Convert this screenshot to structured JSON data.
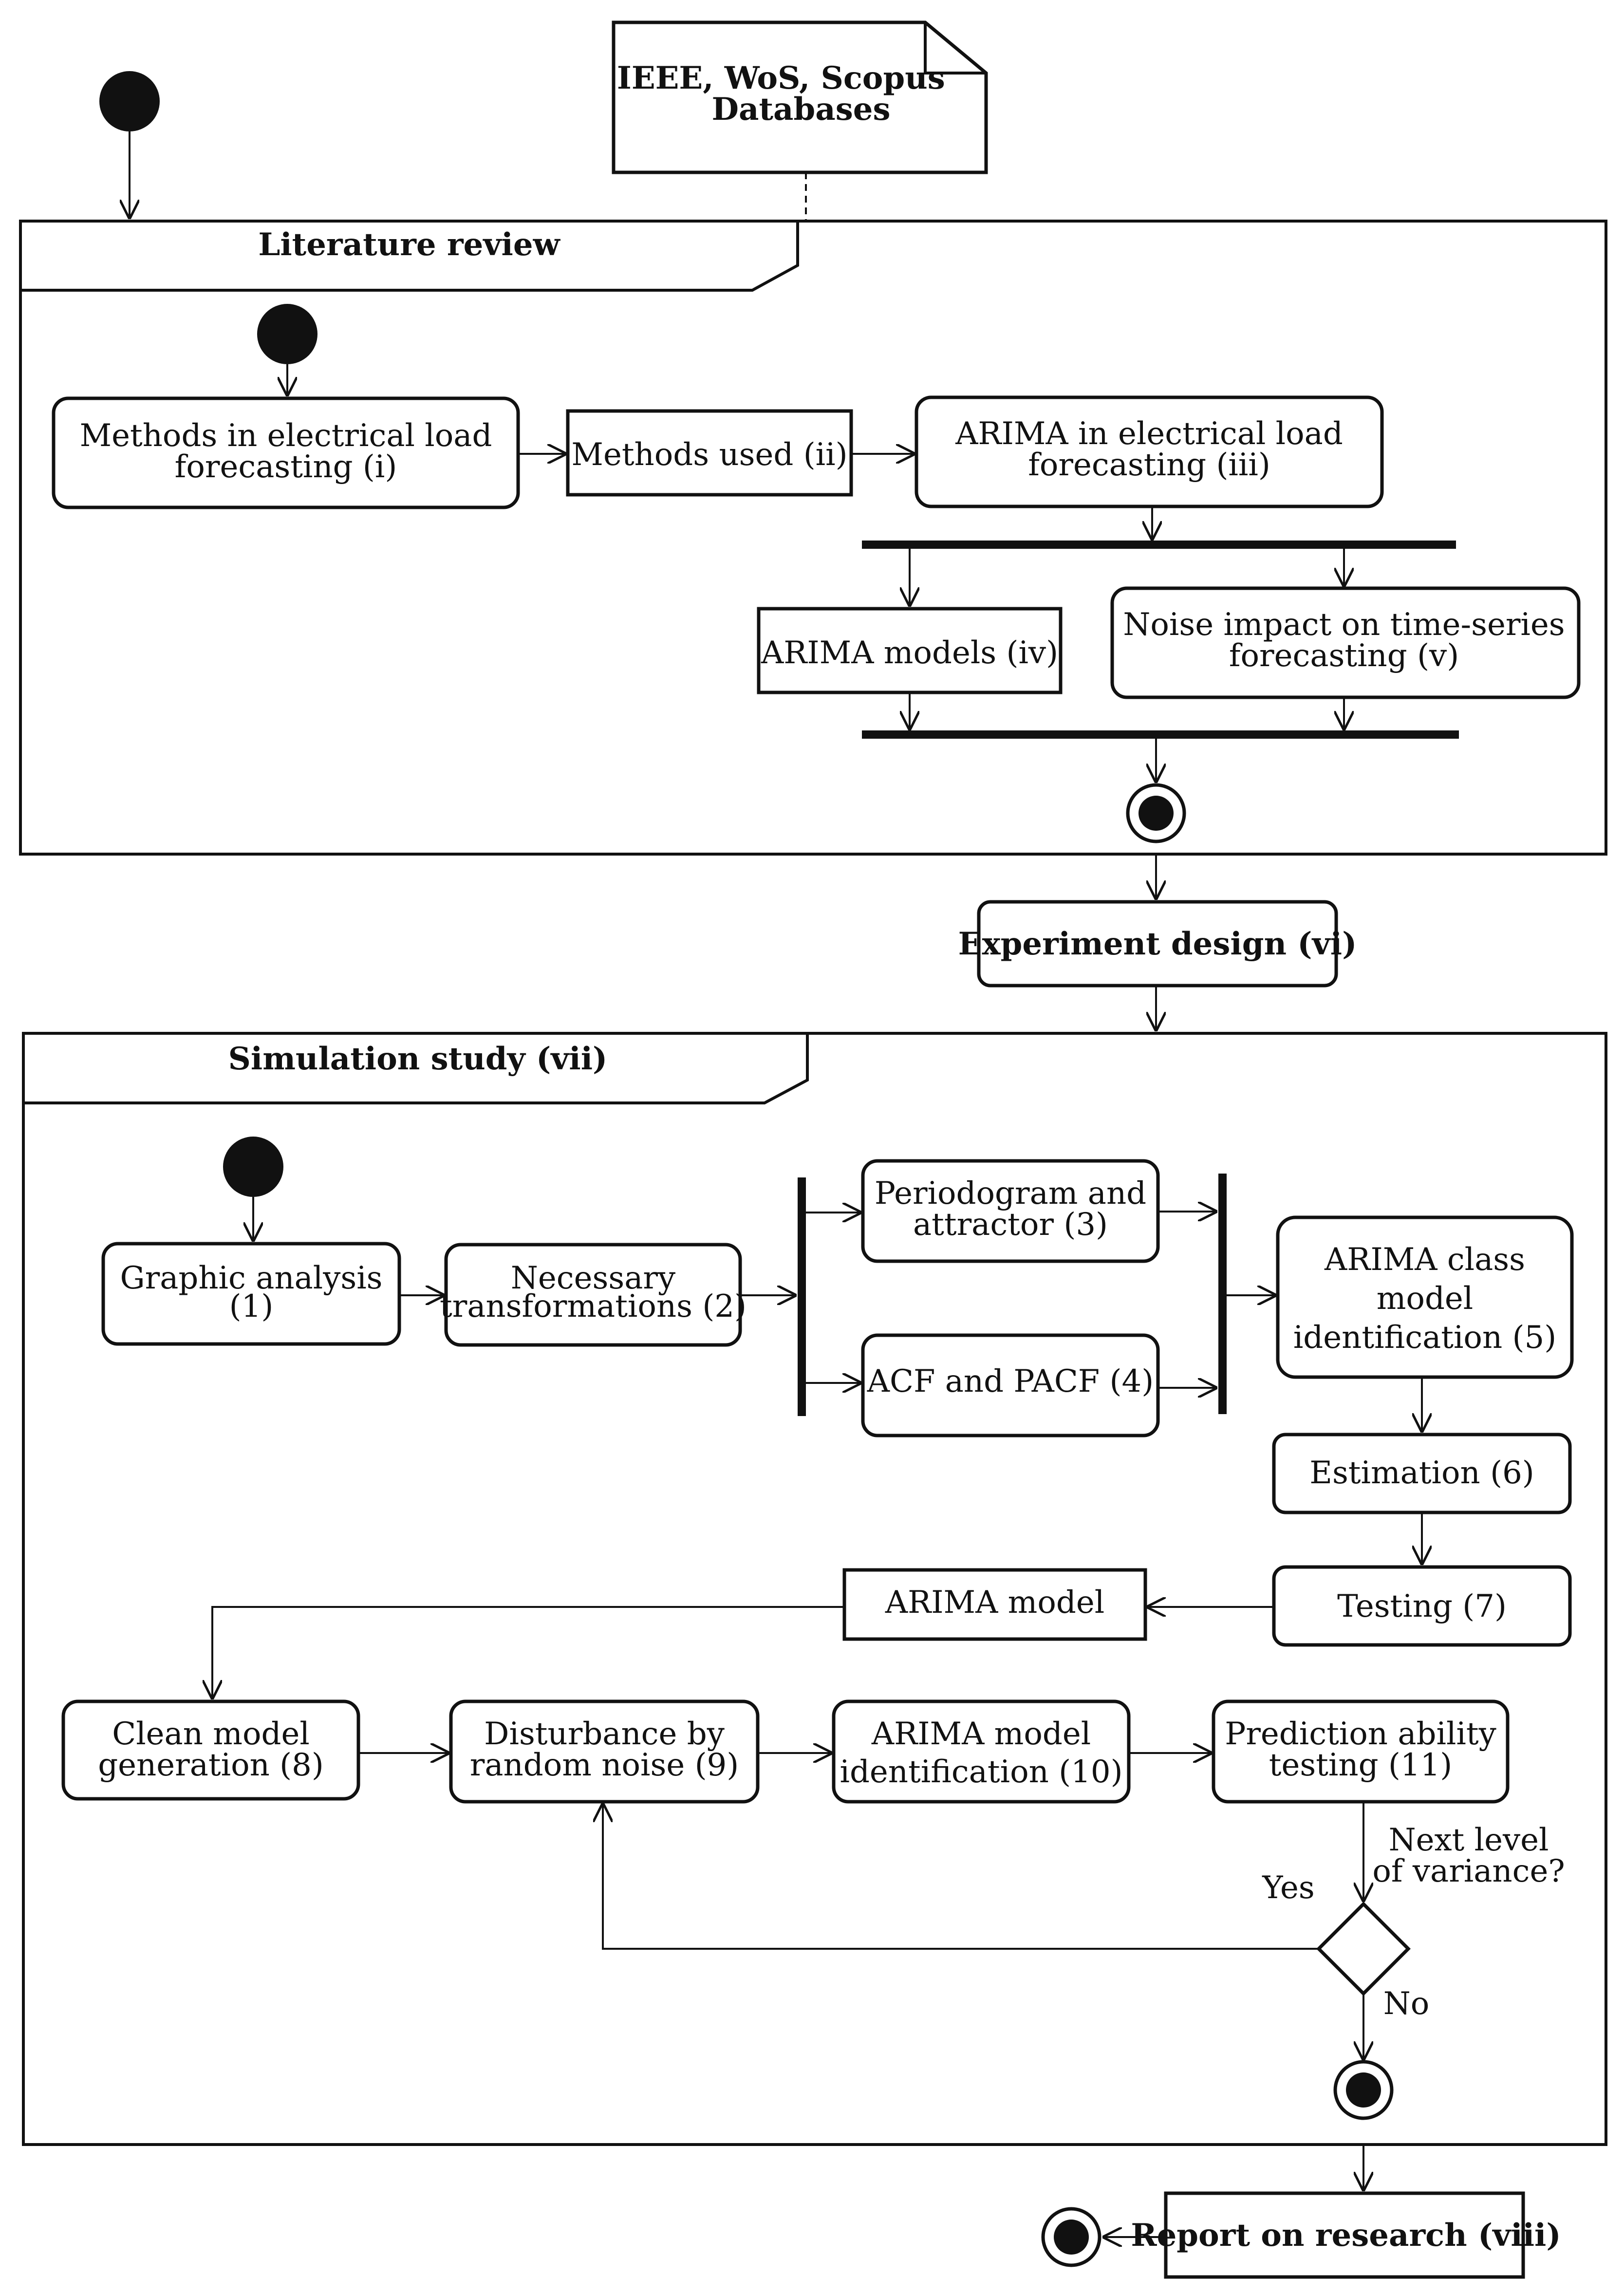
{
  "note": {
    "lines": [
      "IEEE, WoS, Scopus",
      "Databases"
    ]
  },
  "literature_review": {
    "title": "Literature review",
    "activities": {
      "methods_in_forecasting": [
        "Methods in electrical load",
        "forecasting (i)"
      ],
      "methods_used": [
        "Methods used (ii)"
      ],
      "arima_in_forecasting": [
        "ARIMA in electrical load",
        "forecasting (iii)"
      ],
      "arima_models": [
        "ARIMA models (iv)"
      ],
      "noise_impact": [
        "Noise impact on time-series",
        "forecasting (v)"
      ]
    }
  },
  "experiment_design": {
    "label": "Experiment design (vi)"
  },
  "simulation_study": {
    "title": "Simulation study (vii)",
    "activities": {
      "graphic_analysis": [
        "Graphic analysis",
        "(1)"
      ],
      "necessary_transformations": [
        "Necessary",
        "transformations (2)"
      ],
      "periodogram": [
        "Periodogram and",
        "attractor (3)"
      ],
      "acf_pacf": [
        "ACF and PACF (4)"
      ],
      "arima_class_identification": [
        "ARIMA class",
        "model",
        "identification (5)"
      ],
      "estimation": [
        "Estimation (6)"
      ],
      "testing": [
        "Testing (7)"
      ],
      "arima_model": [
        "ARIMA model"
      ],
      "clean_model_generation": [
        "Clean model",
        "generation (8)"
      ],
      "disturbance": [
        "Disturbance by",
        "random noise (9)"
      ],
      "arima_model_identification": [
        "ARIMA model",
        "identification (10)"
      ],
      "prediction_ability_testing": [
        "Prediction ability",
        "testing (11)"
      ]
    },
    "decision": {
      "question": [
        "Next level",
        "of variance?"
      ],
      "yes_label": "Yes",
      "no_label": "No"
    }
  },
  "report": {
    "label": "Report on research (viii)"
  }
}
